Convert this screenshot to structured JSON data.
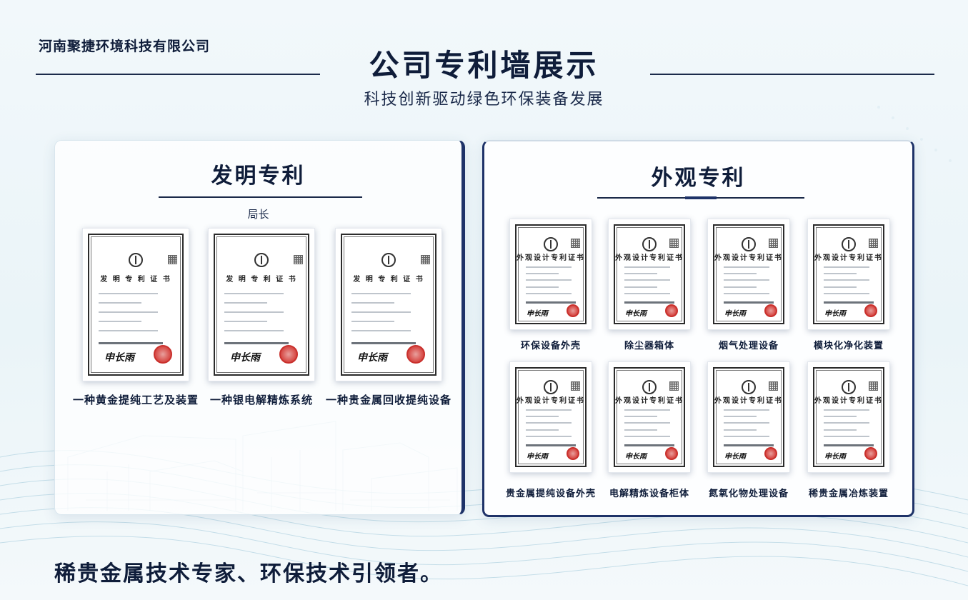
{
  "header": {
    "company": "河南聚捷环境科技有限公司",
    "title": "公司专利墙展示",
    "subtitle": "科技创新驱动绿色环保装备发展"
  },
  "invention": {
    "title": "发明专利",
    "stamp_label": "局长",
    "certificates": [
      {
        "head": "发 明 专 利 证 书",
        "sign": "申长雨",
        "caption": "一种黄金提纯工艺及装置"
      },
      {
        "head": "发 明 专 利 证 书",
        "sign": "申长雨",
        "caption": "一种银电解精炼系统"
      },
      {
        "head": "发 明 专 利 证 书",
        "sign": "申长雨",
        "caption": "一种贵金属回收提纯设备"
      }
    ]
  },
  "design": {
    "title": "外观专利",
    "certificates": [
      {
        "head": "外观设计专利证书",
        "sign": "申长雨",
        "caption": "环保设备外壳"
      },
      {
        "head": "外观设计专利证书",
        "sign": "申长雨",
        "caption": "除尘器箱体"
      },
      {
        "head": "外观设计专利证书",
        "sign": "申长雨",
        "caption": "烟气处理设备"
      },
      {
        "head": "外观设计专利证书",
        "sign": "申长雨",
        "caption": "模块化净化装置"
      },
      {
        "head": "外观设计专利证书",
        "sign": "申长雨",
        "caption": "贵金属提纯设备外壳"
      },
      {
        "head": "外观设计专利证书",
        "sign": "申长雨",
        "caption": "电解精炼设备柜体"
      },
      {
        "head": "外观设计专利证书",
        "sign": "申长雨",
        "caption": "氮氧化物处理设备"
      },
      {
        "head": "外观设计专利证书",
        "sign": "申长雨",
        "caption": "稀贵金属冶炼装置"
      }
    ]
  },
  "footer": {
    "slogan": "稀贵金属技术专家、环保技术引领者。"
  },
  "colors": {
    "navy": "#1e3268",
    "text": "#0f1d3a",
    "seal_red": "#c9302c"
  }
}
